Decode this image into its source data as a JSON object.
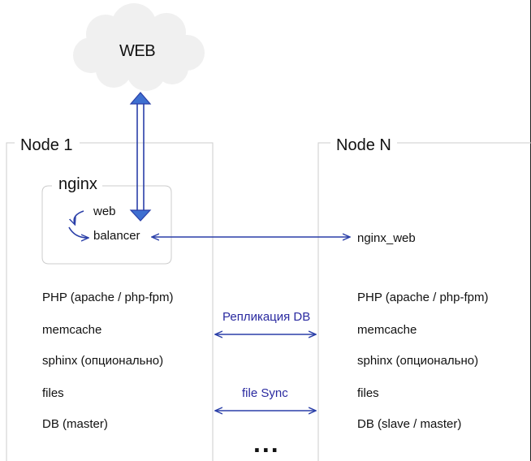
{
  "cloud": {
    "label": "WEB"
  },
  "node1": {
    "title": "Node 1",
    "nginx": {
      "label": "nginx",
      "web": "web",
      "balancer": "balancer"
    },
    "services": [
      "PHP (apache / php-fpm)",
      "memcache",
      "sphinx (опционально)",
      "files",
      "DB (master)"
    ]
  },
  "nodeN": {
    "title": "Node N",
    "nginx_web": "nginx_web",
    "services": [
      "PHP (apache / php-fpm)",
      "memcache",
      "sphinx (опционально)",
      "files",
      "DB (slave / master)"
    ]
  },
  "links": {
    "replication": "Репликация DB",
    "file_sync": "file Sync"
  },
  "ellipsis": "...",
  "colors": {
    "arrow_blue": "#2a3fa8",
    "arrow_fill": "#3e6fd0",
    "box_border": "#cccccc",
    "label_blue": "#2a2aa0"
  }
}
